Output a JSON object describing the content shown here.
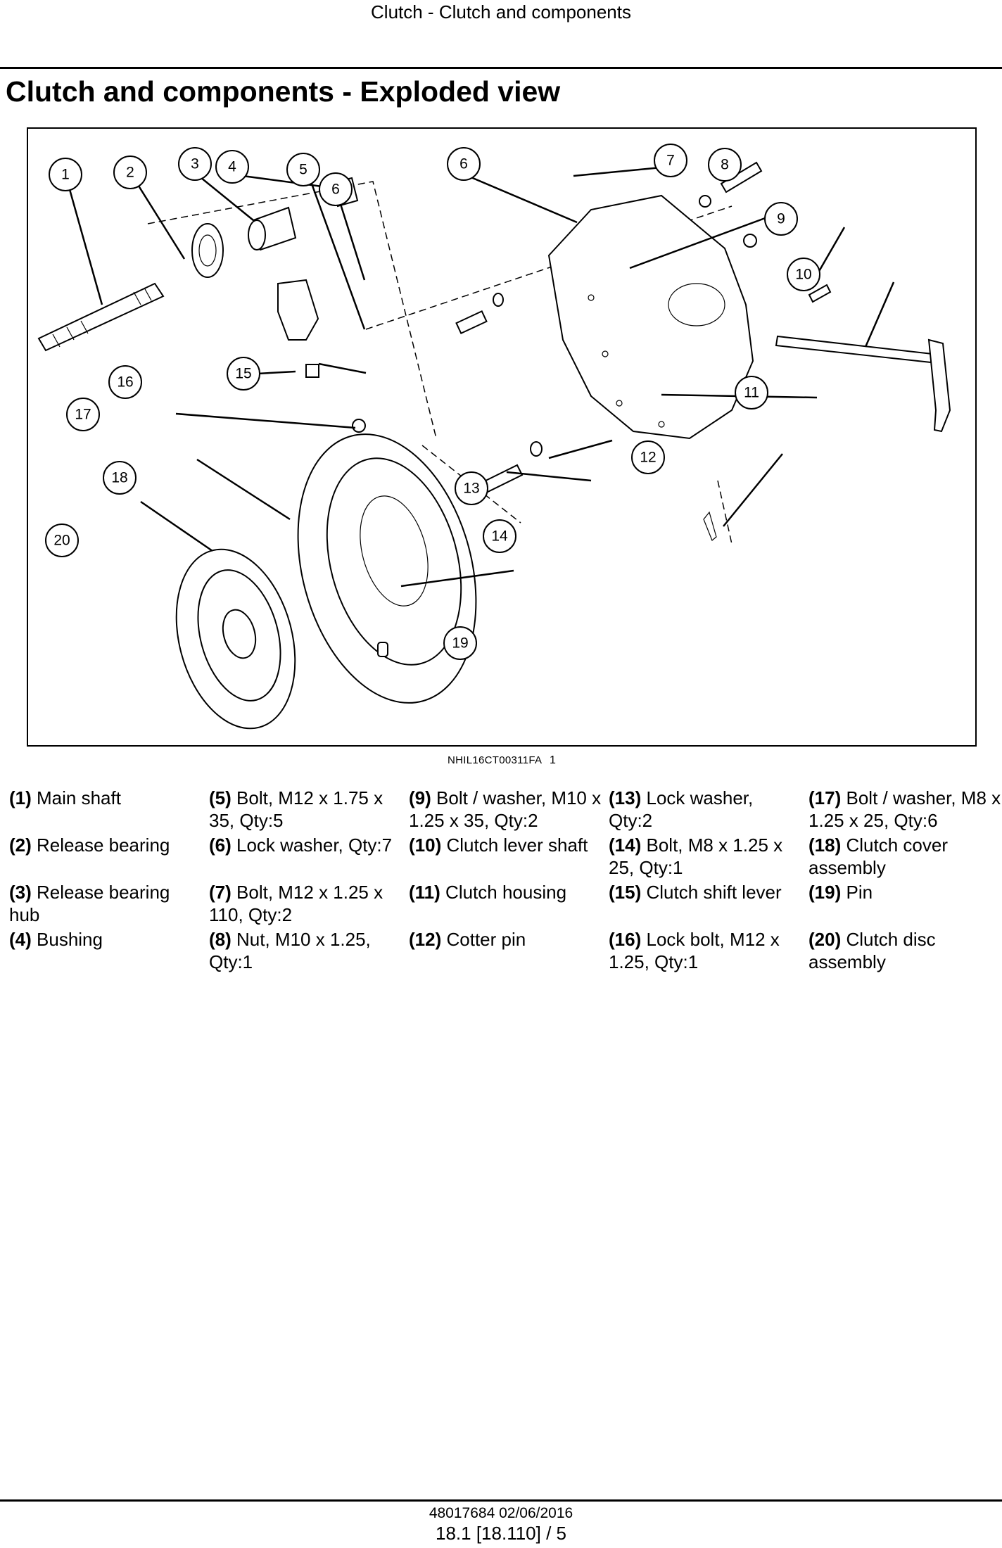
{
  "header": {
    "running_title": "Clutch - Clutch and components"
  },
  "page_title": "Clutch and components - Exploded view",
  "figure": {
    "reference": "NHIL16CT00311FA",
    "number": "1",
    "callouts": [
      "1",
      "2",
      "3",
      "4",
      "5",
      "6",
      "6",
      "7",
      "8",
      "9",
      "10",
      "11",
      "12",
      "13",
      "14",
      "15",
      "16",
      "17",
      "18",
      "19",
      "20"
    ]
  },
  "legend": [
    {
      "num": "(1)",
      "text": "Main shaft"
    },
    {
      "num": "(5)",
      "text": "Bolt, M12 x 1.75 x 35, Qty:5"
    },
    {
      "num": "(9)",
      "text": "Bolt / washer, M10 x 1.25 x 35, Qty:2"
    },
    {
      "num": "(13)",
      "text": "Lock washer, Qty:2"
    },
    {
      "num": "(17)",
      "text": "Bolt / washer, M8 x 1.25 x 25, Qty:6"
    },
    {
      "num": "(2)",
      "text": "Release bearing"
    },
    {
      "num": "(6)",
      "text": "Lock washer, Qty:7"
    },
    {
      "num": "(10)",
      "text": "Clutch lever shaft"
    },
    {
      "num": "(14)",
      "text": "Bolt, M8 x 1.25 x 25, Qty:1"
    },
    {
      "num": "(18)",
      "text": "Clutch cover assembly"
    },
    {
      "num": "(3)",
      "text": "Release bearing hub"
    },
    {
      "num": "(7)",
      "text": "Bolt, M12 x 1.25 x 110, Qty:2"
    },
    {
      "num": "(11)",
      "text": "Clutch housing"
    },
    {
      "num": "(15)",
      "text": "Clutch shift lever"
    },
    {
      "num": "(19)",
      "text": "Pin"
    },
    {
      "num": "(4)",
      "text": "Bushing"
    },
    {
      "num": "(8)",
      "text": "Nut, M10 x 1.25, Qty:1"
    },
    {
      "num": "(12)",
      "text": "Cotter pin"
    },
    {
      "num": "(16)",
      "text": "Lock bolt, M12 x 1.25, Qty:1"
    },
    {
      "num": "(20)",
      "text": "Clutch disc assembly"
    }
  ],
  "footer": {
    "document": "48017684 02/06/2016",
    "page": "18.1 [18.110] / 5"
  }
}
